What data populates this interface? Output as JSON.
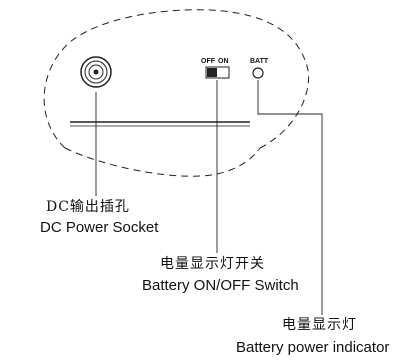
{
  "panel": {
    "switch_off_label": "OFF",
    "switch_on_label": "ON",
    "batt_label": "BATT"
  },
  "callouts": {
    "dc_socket": {
      "label_zh": "DC输出插孔",
      "label_en": "DC Power Socket"
    },
    "battery_switch": {
      "label_zh": "电量显示灯开关",
      "label_en": "Battery ON/OFF Switch"
    },
    "battery_indicator": {
      "label_zh": "电量显示灯",
      "label_en": "Battery power indicator"
    }
  },
  "colors": {
    "line": "#222222",
    "background": "#ffffff"
  }
}
